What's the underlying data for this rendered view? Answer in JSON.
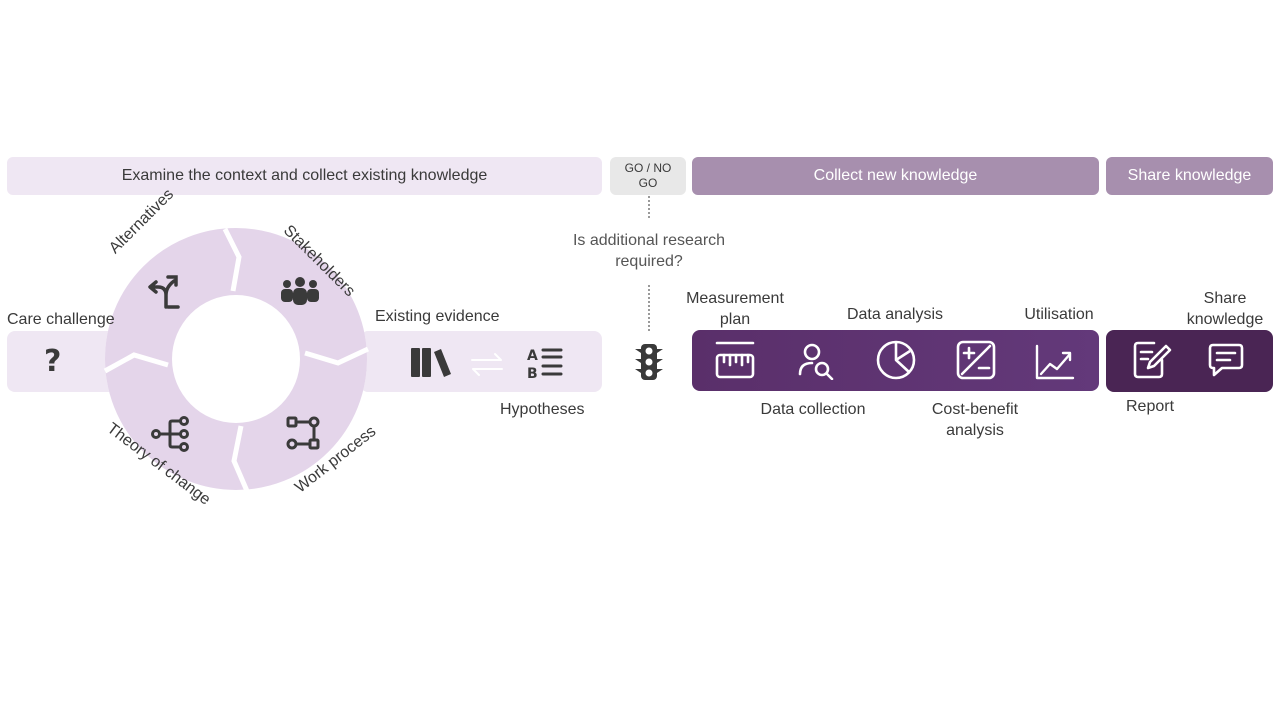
{
  "phases": {
    "examine": "Examine the context and collect existing knowledge",
    "gonogo": "GO / NO GO",
    "collect": "Collect new knowledge",
    "share": "Share knowledge"
  },
  "gonogo_question": "Is additional research required?",
  "cycle": {
    "alternatives": "Alternatives",
    "stakeholders": "Stakeholders",
    "theory_of_change": "Theory of change",
    "work_process": "Work process"
  },
  "context": {
    "care_challenge": "Care challenge",
    "existing_evidence": "Existing evidence",
    "hypotheses": "Hypotheses"
  },
  "collect_steps": {
    "measurement_plan": "Measurement plan",
    "data_collection": "Data collection",
    "data_analysis": "Data analysis",
    "cost_benefit": "Cost-benefit analysis",
    "utilisation": "Utilisation"
  },
  "share_steps": {
    "report": "Report",
    "share_knowledge": "Share knowledge"
  },
  "colors": {
    "light_lilac": "#efe7f3",
    "ring": "#e4d5ea",
    "grey": "#e8e8e8",
    "mid_purple": "#a78fae",
    "dark_purple": "#5b336a",
    "darkest_purple": "#4a2554",
    "icon_dark": "#3a3a3a"
  }
}
